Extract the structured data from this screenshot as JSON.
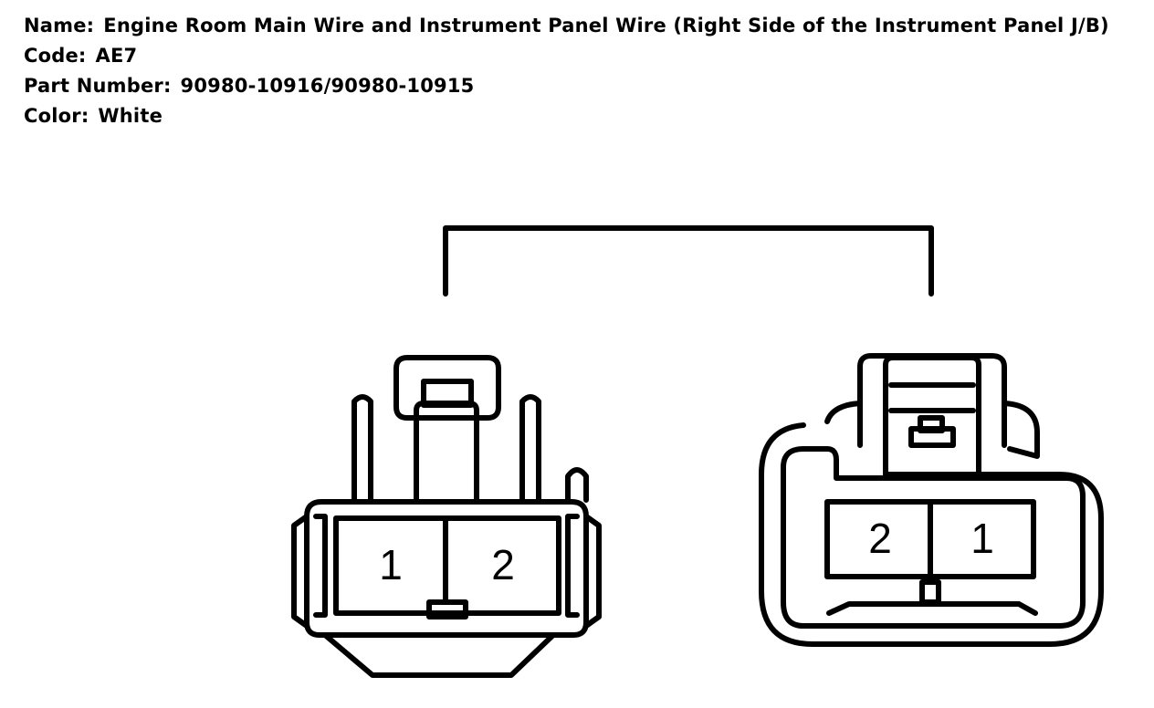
{
  "info": {
    "name_label": "Name:",
    "name_value": "Engine Room Main Wire and Instrument Panel Wire (Right Side of the Instrument Panel J/B)",
    "code_label": "Code:",
    "code_value": "AE7",
    "part_label": "Part Number:",
    "part_value": "90980-10916/90980-10915",
    "color_label": "Color:",
    "color_value": "White"
  },
  "connectors": {
    "left": {
      "pins": [
        "1",
        "2"
      ]
    },
    "right": {
      "pins": [
        "2",
        "1"
      ]
    }
  }
}
